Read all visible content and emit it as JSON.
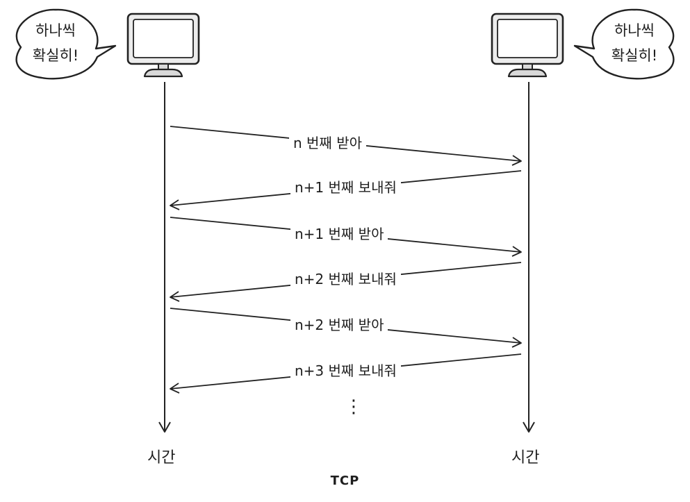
{
  "left_host": {
    "bubble_lines": [
      "하나씩",
      "확실히!"
    ],
    "time_label": "시간",
    "icon": "computer-monitor-icon"
  },
  "right_host": {
    "bubble_lines": [
      "하나씩",
      "확실히!"
    ],
    "time_label": "시간",
    "icon": "computer-monitor-icon"
  },
  "messages": [
    {
      "label": "n 번째 받아",
      "direction": "right"
    },
    {
      "label": "n+1 번째 보내줘",
      "direction": "left"
    },
    {
      "label": "n+1 번째 받아",
      "direction": "right"
    },
    {
      "label": "n+2 번째 보내줘",
      "direction": "left"
    },
    {
      "label": "n+2 번째 받아",
      "direction": "right"
    },
    {
      "label": "n+3 번째 보내줘",
      "direction": "left"
    }
  ],
  "continuation": "⋮",
  "caption": "TCP"
}
